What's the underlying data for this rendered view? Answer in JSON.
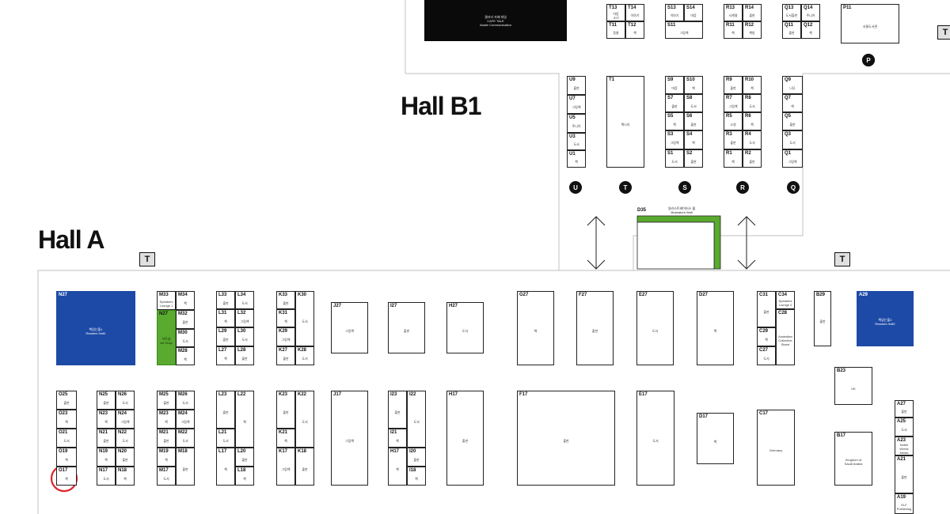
{
  "halls": {
    "b1_title": "Hall B1",
    "a_title": "Hall A"
  },
  "parking": "P",
  "toilet": "T",
  "top_feature": "갤러리 카페 테일\nCAFE TALE\nAladin Communication",
  "illustrators_wall": {
    "code": "D35",
    "name": "일러스트레이터스 월\nIllustrators Wall"
  },
  "b1_row_markers": [
    "U",
    "T",
    "S",
    "R",
    "Q"
  ],
  "booths_b1": [
    {
      "code": "T13",
      "name": "아동\n소녀"
    },
    {
      "code": "T14",
      "name": "이야기"
    },
    {
      "code": "T11",
      "name": "동물"
    },
    {
      "code": "T12",
      "name": "책"
    },
    {
      "code": "S13",
      "name": "이야기"
    },
    {
      "code": "S14",
      "name": "마음"
    },
    {
      "code": "S11",
      "name": "그림책"
    },
    {
      "code": "R13",
      "name": "사계절"
    },
    {
      "code": "R14",
      "name": "출판"
    },
    {
      "code": "R11",
      "name": "책"
    },
    {
      "code": "R12",
      "name": "책방"
    },
    {
      "code": "Q13",
      "name": "도서출판"
    },
    {
      "code": "Q14",
      "name": "주니어"
    },
    {
      "code": "Q11",
      "name": "출판"
    },
    {
      "code": "Q12",
      "name": "책"
    },
    {
      "code": "P11",
      "name": "서울도서관"
    },
    {
      "code": "U9",
      "name": "출판"
    },
    {
      "code": "U7",
      "name": "그림책"
    },
    {
      "code": "U5",
      "name": "주니어"
    },
    {
      "code": "U3",
      "name": "도서"
    },
    {
      "code": "U1",
      "name": "책"
    },
    {
      "code": "T1",
      "name": "책나라"
    },
    {
      "code": "S9",
      "name": "마음"
    },
    {
      "code": "S10",
      "name": "책"
    },
    {
      "code": "S7",
      "name": "출판"
    },
    {
      "code": "S8",
      "name": "도서"
    },
    {
      "code": "S5",
      "name": "책"
    },
    {
      "code": "S6",
      "name": "출판"
    },
    {
      "code": "S3",
      "name": "그림책"
    },
    {
      "code": "S4",
      "name": "책"
    },
    {
      "code": "S1",
      "name": "도서"
    },
    {
      "code": "S2",
      "name": "출판"
    },
    {
      "code": "R9",
      "name": "출판"
    },
    {
      "code": "R10",
      "name": "책"
    },
    {
      "code": "R7",
      "name": "그림책"
    },
    {
      "code": "R8",
      "name": "도서"
    },
    {
      "code": "R5",
      "name": "소영"
    },
    {
      "code": "R6",
      "name": "책"
    },
    {
      "code": "R3",
      "name": "출판"
    },
    {
      "code": "R4",
      "name": "도서"
    },
    {
      "code": "R1",
      "name": "책"
    },
    {
      "code": "R2",
      "name": "출판"
    },
    {
      "code": "Q9",
      "name": "나무"
    },
    {
      "code": "Q7",
      "name": "책"
    },
    {
      "code": "Q5",
      "name": "출판"
    },
    {
      "code": "Q3",
      "name": "도서"
    },
    {
      "code": "Q1",
      "name": "그림책"
    }
  ],
  "booths_a": [
    {
      "code": "N27",
      "name": "책읽는풀1\nReaders Hall1"
    },
    {
      "code": "M33",
      "name": "Speakers\nLounge 1"
    },
    {
      "code": "M34",
      "name": "책"
    },
    {
      "code": "M32",
      "name": "출판"
    },
    {
      "code": "N27",
      "name": "아트샵\nArt Shop"
    },
    {
      "code": "M30",
      "name": "도서"
    },
    {
      "code": "M28",
      "name": "책"
    },
    {
      "code": "L33",
      "name": "출판"
    },
    {
      "code": "L34",
      "name": "도서"
    },
    {
      "code": "L31",
      "name": "책"
    },
    {
      "code": "L32",
      "name": "그림책"
    },
    {
      "code": "L29",
      "name": "출판"
    },
    {
      "code": "L30",
      "name": "도서"
    },
    {
      "code": "L27",
      "name": "책"
    },
    {
      "code": "L28",
      "name": "출판"
    },
    {
      "code": "K33",
      "name": "출판"
    },
    {
      "code": "K30",
      "name": "도서"
    },
    {
      "code": "K31",
      "name": "책"
    },
    {
      "code": "K29",
      "name": "그림책"
    },
    {
      "code": "K27",
      "name": "출판"
    },
    {
      "code": "K28",
      "name": "도서"
    },
    {
      "code": "J27",
      "name": "그림책"
    },
    {
      "code": "I27",
      "name": "출판"
    },
    {
      "code": "H27",
      "name": "도서"
    },
    {
      "code": "G27",
      "name": "책"
    },
    {
      "code": "F27",
      "name": "출판"
    },
    {
      "code": "E27",
      "name": "도서"
    },
    {
      "code": "D27",
      "name": "책"
    },
    {
      "code": "C31",
      "name": "출판"
    },
    {
      "code": "C34",
      "name": "Speakers\nLounge 2"
    },
    {
      "code": "C28",
      "name": "Australian\nCollective\nStand"
    },
    {
      "code": "C29",
      "name": "책"
    },
    {
      "code": "C27",
      "name": "도서"
    },
    {
      "code": "B29",
      "name": "출판"
    },
    {
      "code": "A29",
      "name": "책읽는풀2\nReaders Hall2"
    },
    {
      "code": "O25",
      "name": "출판"
    },
    {
      "code": "O23",
      "name": "책"
    },
    {
      "code": "O21",
      "name": "도서"
    },
    {
      "code": "O19",
      "name": "책"
    },
    {
      "code": "O17",
      "name": "책"
    },
    {
      "code": "N25",
      "name": "출판"
    },
    {
      "code": "N26",
      "name": "도서"
    },
    {
      "code": "N23",
      "name": "책"
    },
    {
      "code": "N24",
      "name": "그림책"
    },
    {
      "code": "N21",
      "name": "출판"
    },
    {
      "code": "N22",
      "name": "도서"
    },
    {
      "code": "N19",
      "name": "책"
    },
    {
      "code": "N20",
      "name": "출판"
    },
    {
      "code": "N17",
      "name": "도서"
    },
    {
      "code": "N18",
      "name": "책"
    },
    {
      "code": "M25",
      "name": "출판"
    },
    {
      "code": "M26",
      "name": "도서"
    },
    {
      "code": "M23",
      "name": "책"
    },
    {
      "code": "M24",
      "name": "그림책"
    },
    {
      "code": "M21",
      "name": "출판"
    },
    {
      "code": "M22",
      "name": "도서"
    },
    {
      "code": "M19",
      "name": "책"
    },
    {
      "code": "M18",
      "name": "출판"
    },
    {
      "code": "M17",
      "name": "도서"
    },
    {
      "code": "L23",
      "name": "출판"
    },
    {
      "code": "L22",
      "name": "책"
    },
    {
      "code": "L21",
      "name": "도서"
    },
    {
      "code": "L17",
      "name": "책"
    },
    {
      "code": "L20",
      "name": "출판"
    },
    {
      "code": "L18",
      "name": "책"
    },
    {
      "code": "K23",
      "name": "출판"
    },
    {
      "code": "K22",
      "name": "도서"
    },
    {
      "code": "K21",
      "name": "책"
    },
    {
      "code": "K17",
      "name": "그림책"
    },
    {
      "code": "K18",
      "name": "출판"
    },
    {
      "code": "J17",
      "name": "그림책"
    },
    {
      "code": "I23",
      "name": "출판"
    },
    {
      "code": "I22",
      "name": "도서"
    },
    {
      "code": "I21",
      "name": "책"
    },
    {
      "code": "H17",
      "name": "책"
    },
    {
      "code": "I20",
      "name": "출판"
    },
    {
      "code": "I18",
      "name": "책"
    },
    {
      "code": "H17",
      "name": "출판"
    },
    {
      "code": "F17",
      "name": "출판"
    },
    {
      "code": "E17",
      "name": "도서"
    },
    {
      "code": "D17",
      "name": "책"
    },
    {
      "code": "C17",
      "name": "Germany"
    },
    {
      "code": "B23",
      "name": "UK"
    },
    {
      "code": "B17",
      "name": "Kingdom of\nSaudi Arabia"
    },
    {
      "code": "A27",
      "name": "출판"
    },
    {
      "code": "A25",
      "name": "도서"
    },
    {
      "code": "A23",
      "name": "Noble Works\nMedia"
    },
    {
      "code": "A21",
      "name": "출판"
    },
    {
      "code": "A19",
      "name": "ELF\nPublishing"
    }
  ],
  "highlight_booth": "O17",
  "colors": {
    "readers_hall": "#1d4aa6",
    "green_feature": "#5aaa30",
    "highlight": "#e0242c",
    "line": "#cccccc"
  }
}
